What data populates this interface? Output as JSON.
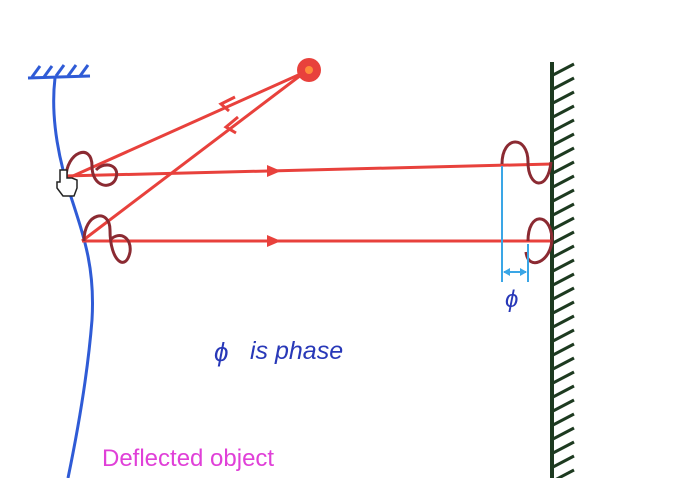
{
  "labels": {
    "phase_symbol": "ϕ",
    "phase_text": "is phase",
    "object_label": "Deflected object"
  },
  "icons": {
    "light_source": "light-source-dot",
    "cursor": "hand-cursor-icon",
    "ground_support": "hatched-support-icon",
    "wall": "hatched-wall-icon"
  },
  "colors": {
    "ray": "#e8413c",
    "wave": "#8b2a32",
    "object": "#2f5bd6",
    "phase_marker": "#3aa6e6",
    "phase_text": "#2838b8",
    "object_label": "#e040d8",
    "hatch": "#1d3a20"
  }
}
